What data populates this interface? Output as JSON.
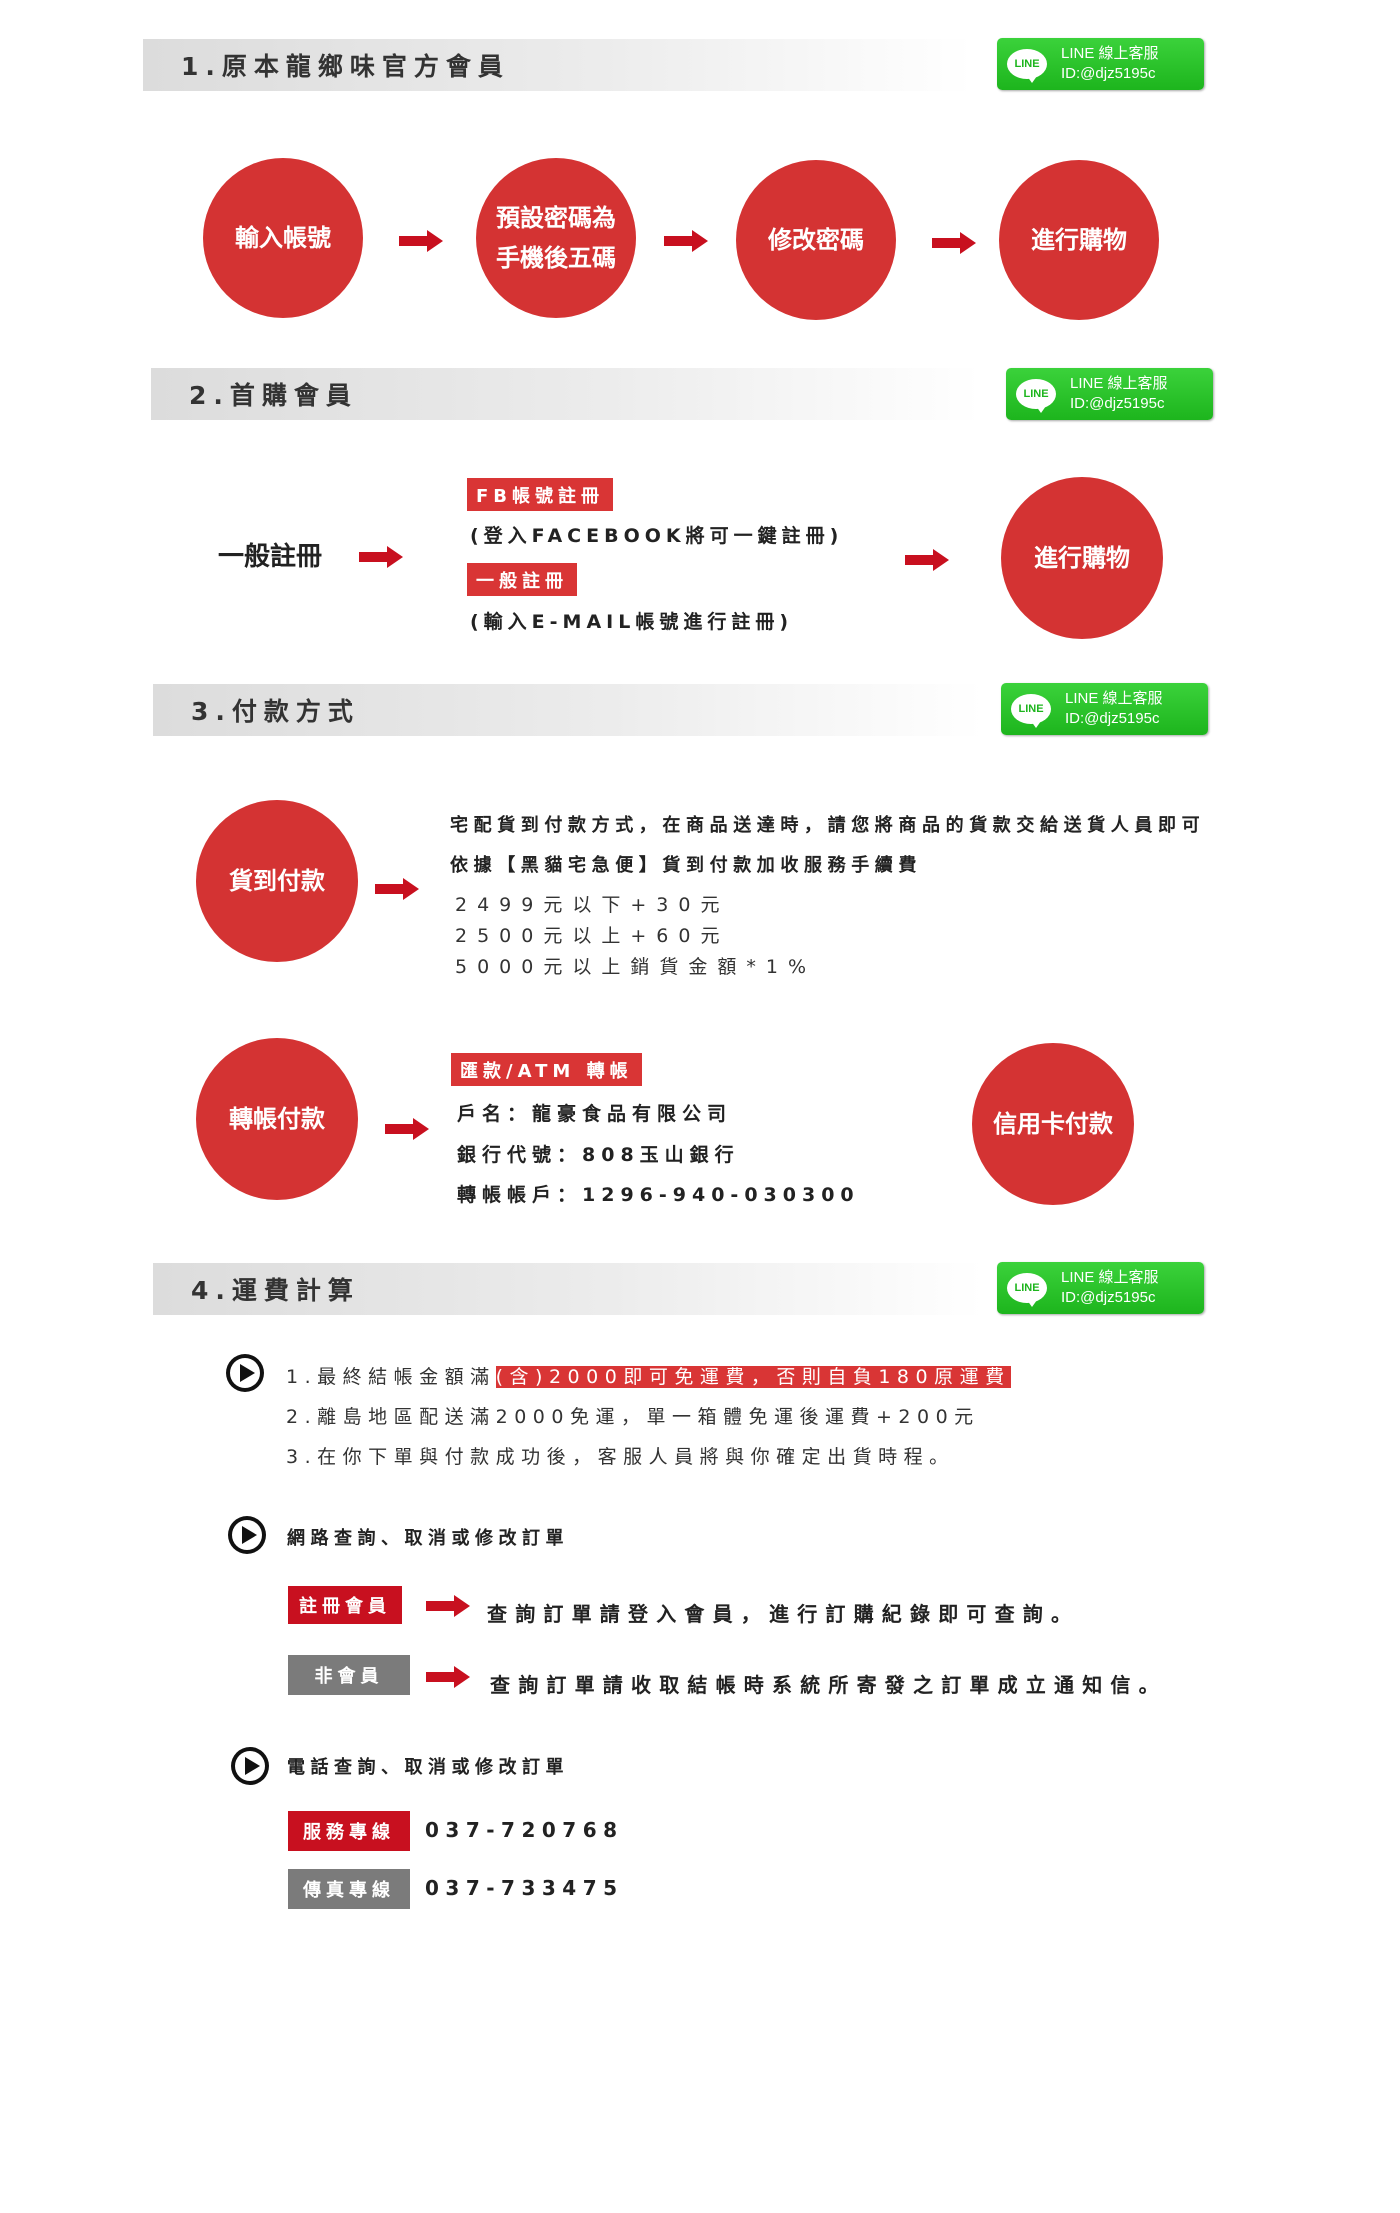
{
  "line_badge": {
    "logo": "LINE",
    "line1": "LINE 線上客服",
    "line2": "ID:@djz5195c"
  },
  "colors": {
    "red": "#d43333",
    "dark_red": "#c8101f",
    "gray": "#7b7b7b",
    "line_green": "#1db51d"
  },
  "section1": {
    "title": "1.原本龍鄉味官方會員",
    "steps": [
      "輸入帳號",
      "預設密碼為",
      "手機後五碼",
      "修改密碼",
      "進行購物"
    ]
  },
  "section2": {
    "title": "2.首購會員",
    "general": "一般註冊",
    "fb_label": "FB帳號註冊",
    "fb_desc": "(登入FACEBOOK將可一鍵註冊)",
    "normal_label": "一般註冊",
    "normal_desc": "(輸入E-MAIL帳號進行註冊)",
    "shop": "進行購物"
  },
  "section3": {
    "title": "3.付款方式",
    "cod": "貨到付款",
    "cod_line1": "宅配貨到付款方式，在商品送達時，請您將商品的貨款交給送貨人員即可",
    "cod_line2": "依據【黑貓宅急便】貨到付款加收服務手續費",
    "fee1": "2499元以下+30元",
    "fee2": "2500元以上+60元",
    "fee3": "5000元以上銷貨金額*1%",
    "transfer": "轉帳付款",
    "atm_label": "匯款/ATM 轉帳",
    "account_name": "戶名：龍豪食品有限公司",
    "bank_code": "銀行代號：808玉山銀行",
    "account_no": "轉帳帳戶：1296-940-030300",
    "credit": "信用卡付款"
  },
  "section4": {
    "title": "4.運費計算",
    "rule1_prefix": "1.最終結帳金額滿",
    "rule1_highlight": "(含)2000即可免運費，否則自負180原運費",
    "rule2": "2.離島地區配送滿2000免運，單一箱體免運後運費+200元",
    "rule3": "3.在你下單與付款成功後，客服人員將與你確定出貨時程。",
    "online_title": "網路查詢、取消或修改訂單",
    "member_label": "註冊會員",
    "member_text": "查詢訂單請登入會員，進行訂購紀錄即可查詢。",
    "nonmember_label": "非會員",
    "nonmember_text": "查詢訂單請收取結帳時系統所寄發之訂單成立通知信。",
    "phone_title": "電話查詢、取消或修改訂單",
    "service_label": "服務專線",
    "service_no": "037-720768",
    "fax_label": "傳真專線",
    "fax_no": "037-733475"
  }
}
